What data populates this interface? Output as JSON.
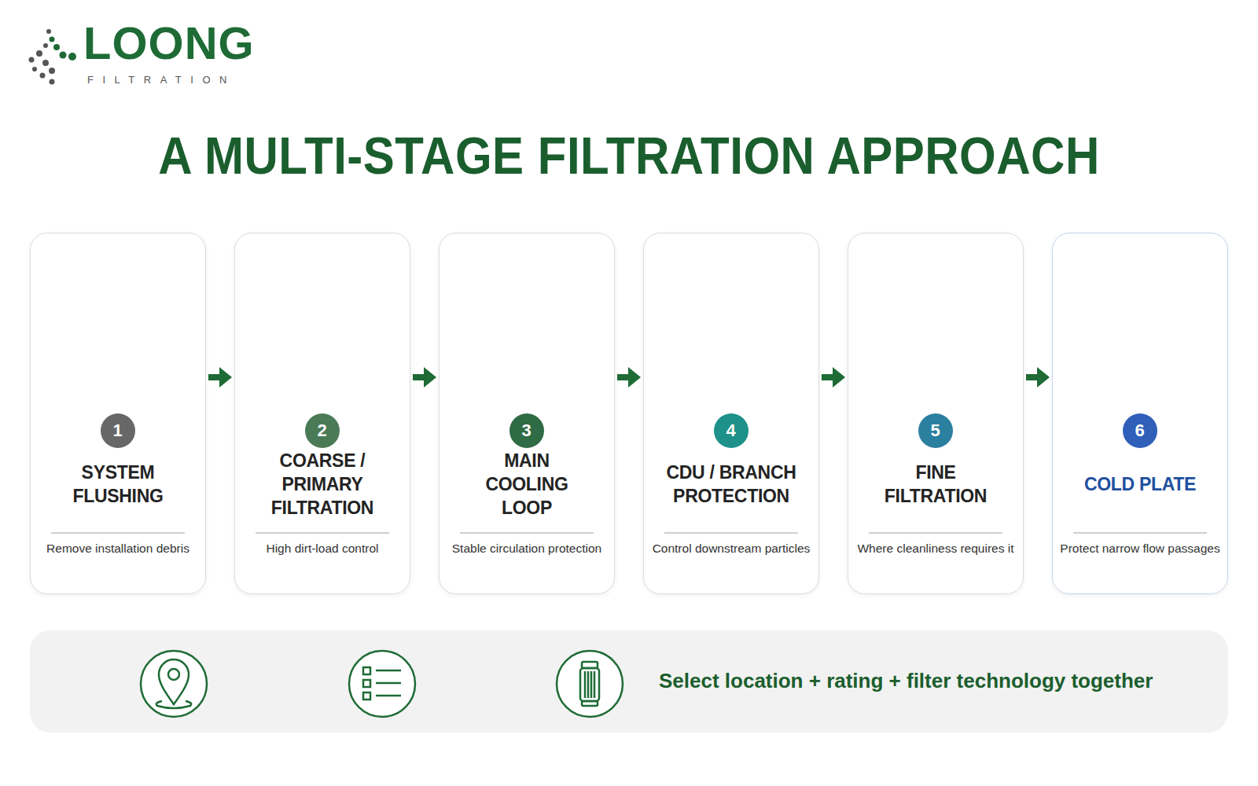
{
  "diagram": {
    "title": "A MULTI-STAGE FILTRATION APPROACH",
    "nodes": [
      {
        "text": [
          "SYSTEM FLUSHING",
          "Remove installation debris"
        ]
      },
      {
        "text": [
          "1"
        ],
        "in": 0
      },
      {
        "text": [
          "COARSE / PRIMARY FILTRATION",
          "High dirt-load control"
        ]
      },
      {
        "text": [
          "2"
        ],
        "in": 2
      },
      {
        "text": [
          "MAIN COOLING LOOP",
          "Stable circulation protection"
        ]
      },
      {
        "text": [
          "3"
        ],
        "in": 4
      },
      {
        "text": [
          "CDU / BRANCH PROTECTION",
          "Control downstream particles"
        ]
      },
      {
        "text": [
          "4"
        ],
        "in": 6
      },
      {
        "text": [
          "FINE FILTRATION",
          "Where cleanliness requires it"
        ]
      },
      {
        "text": [
          "5"
        ],
        "in": 8
      },
      {
        "text": [
          "COLD PLATE",
          "Protect narrow flow passages"
        ]
      },
      {
        "text": [
          "6"
        ],
        "in": 10
      },
      {
        "text": [
          "Select location + rating + filter technology together"
        ]
      }
    ],
    "edges": [
      {
        "from": 0,
        "to": 2,
        "arrow": "to"
      },
      {
        "from": 2,
        "to": 4,
        "arrow": "to"
      },
      {
        "from": 4,
        "to": 6,
        "arrow": "to"
      },
      {
        "from": 6,
        "to": 8,
        "arrow": "to"
      },
      {
        "from": 8,
        "to": 10,
        "arrow": "to"
      }
    ],
    "labels": [
      "LOONG",
      "FILTRATION",
      "+",
      "+"
    ]
  }
}
